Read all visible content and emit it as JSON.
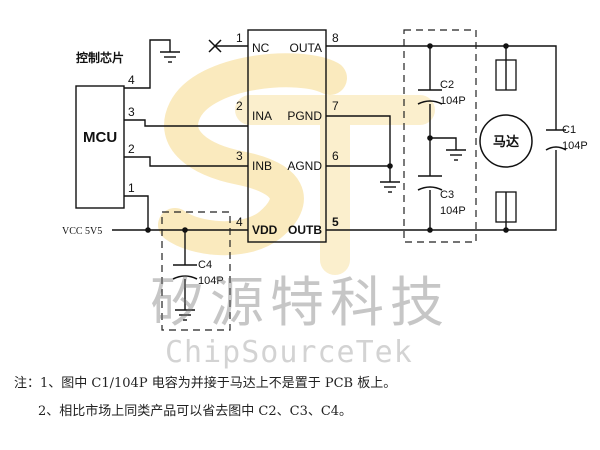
{
  "chip": {
    "label": "控制芯片",
    "name": "MCU",
    "pins": [
      "4",
      "3",
      "2",
      "1"
    ]
  },
  "driver": {
    "left_pins": [
      {
        "num": "1",
        "name": "NC"
      },
      {
        "num": "2",
        "name": "INA"
      },
      {
        "num": "3",
        "name": "INB"
      },
      {
        "num": "4",
        "name": "VDD"
      }
    ],
    "right_pins": [
      {
        "num": "8",
        "name": "OUTA"
      },
      {
        "num": "7",
        "name": "PGND"
      },
      {
        "num": "6",
        "name": "AGND"
      },
      {
        "num": "5",
        "name": "OUTB"
      }
    ]
  },
  "supply": {
    "label": "VCC 5V5"
  },
  "capacitors": {
    "c1": {
      "name": "C1",
      "value": "104P"
    },
    "c2": {
      "name": "C2",
      "value": "104P"
    },
    "c3": {
      "name": "C3",
      "value": "104P"
    },
    "c4": {
      "name": "C4",
      "value": "104P"
    }
  },
  "motor": {
    "label": "马达"
  },
  "watermark": {
    "cn": "矽源特科技",
    "en": "ChipSourceTek"
  },
  "notes": [
    "注：1、图中 C1/104P 电容为并接于马达上不是置于 PCB 板上。",
    "2、相比市场上同类产品可以省去图中 C2、C3、C4。"
  ],
  "colors": {
    "line": "#111111",
    "logo_yellow": "#f6d98a",
    "watermark": "#8c8c8c"
  }
}
